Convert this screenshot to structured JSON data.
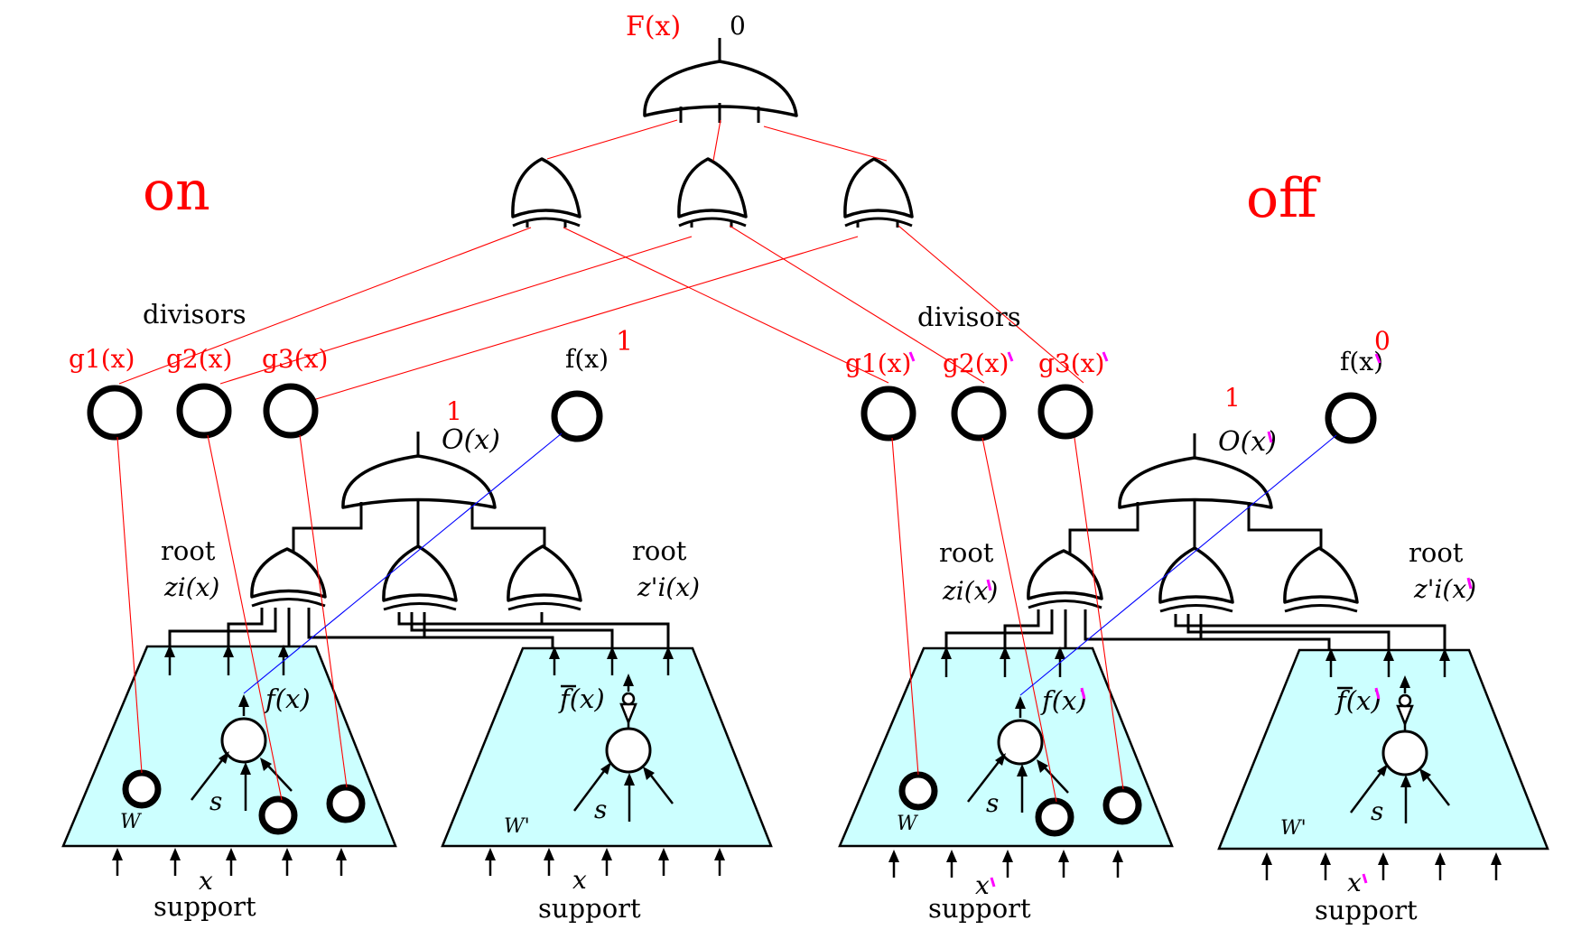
{
  "top": {
    "output_label": "F(x)",
    "output_value": "0"
  },
  "side_labels": {
    "left": "on",
    "right": "off"
  },
  "colors": {
    "red": "#ff0000",
    "blue": "#0000ff",
    "magenta": "#ff00ff",
    "cyan_fill": "#ccffff",
    "black": "#000000"
  },
  "left": {
    "divisors_title": "divisors",
    "divisor_labels": [
      "g1(x)",
      "g2(x)",
      "g3(x)"
    ],
    "f_label": "f(x)",
    "f_value": "1",
    "o_value": "1",
    "o_label": "O(x)",
    "root_left_title": "root",
    "root_left_label": "zi(x)",
    "root_right_title": "root",
    "root_right_label": "z'i(x)",
    "inner_f_label": "f(x)",
    "inner_fbar_label": "f(x)",
    "w_label": "W",
    "wprime_label": "W'",
    "s_label_1": "s",
    "s_label_2": "s",
    "x_label_1": "x",
    "x_label_2": "x",
    "support_1": "support",
    "support_2": "support"
  },
  "right": {
    "divisors_title": "divisors",
    "divisor_labels": [
      "g1(x)",
      "g2(x)",
      "g3(x)"
    ],
    "f_label": "f(x)",
    "f_value": "0",
    "o_value": "1",
    "o_label": "O(x)",
    "root_left_title": "root",
    "root_left_label": "zi(x)",
    "root_right_title": "root",
    "root_right_label": "z'i(x)",
    "inner_f_label": "f(x)",
    "inner_fbar_label": "f(x)",
    "w_label": "W",
    "wprime_label": "W'",
    "s_label_1": "s",
    "s_label_2": "s",
    "x_label_1": "x",
    "x_label_2": "x",
    "support_1": "support",
    "support_2": "support"
  }
}
